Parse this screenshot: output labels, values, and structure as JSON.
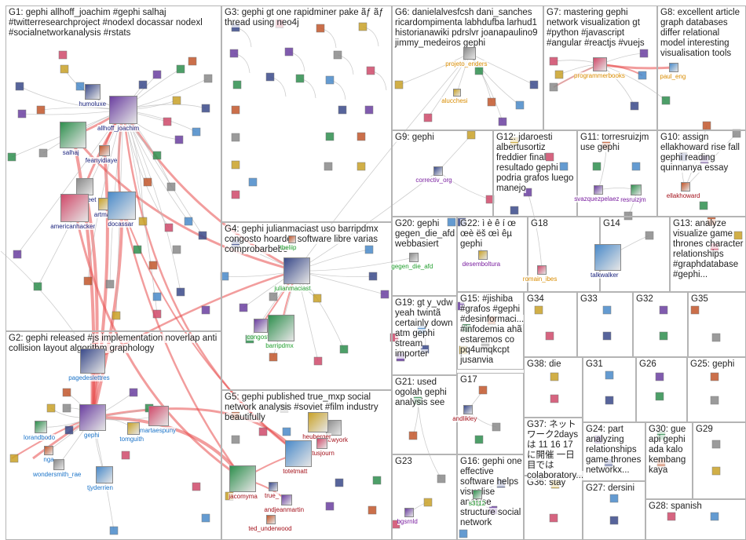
{
  "colors": {
    "edge_heavy": "#e84d4d",
    "edge_light": "#b8b8b8",
    "label_blue": "#1a73c8",
    "label_green": "#1f9e2c",
    "label_orange": "#d98c00",
    "label_red": "#a3101a",
    "label_purple": "#7a1fa0",
    "label_navy": "#1a237e",
    "border": "#b4b4b4"
  },
  "groups": [
    {
      "id": "G1",
      "label": "G1: gephi allhoff_joachim #gephi salhaj #twitterresearchproject #nodexl docassar nodexl #socialnetworkanalysis #rstats"
    },
    {
      "id": "G2",
      "label": "G2: gephi released #js implementation noverlap anti collision layout algorithm graphology"
    },
    {
      "id": "G3",
      "label": "G3: gephi gt one rapidminer pake ãƒ ãƒ thread using neo4j"
    },
    {
      "id": "G4",
      "label": "G4: gephi julianmaciast uso barripdmx congosto hoarder software libre varias comprobarbebe"
    },
    {
      "id": "G5",
      "label": "G5: gephi published true_mxp social network analysis #soviet #film industry beautifully"
    },
    {
      "id": "G6",
      "label": "G6: danielalvesfcsh dani_sanches ricardompimenta labhdufba larhud1 historianawiki pdrslvr joanapaulino9 jimmy_medeiros gephi"
    },
    {
      "id": "G7",
      "label": "G7: mastering gephi network visualization gt #python #javascript #angular #reactjs #vuejs"
    },
    {
      "id": "G8",
      "label": "G8: excellent article graph databases differ relational model interesting visualisation tools"
    },
    {
      "id": "G9",
      "label": "G9: gephi"
    },
    {
      "id": "G10",
      "label": "G10: assign ellakhoward rise fall gephi reading quinnanya essay"
    },
    {
      "id": "G11",
      "label": "G11: torresruizjm use gephi"
    },
    {
      "id": "G12",
      "label": "G12: jdaroesti albertusortiz freddier final resultado gephi podria grafos luego manejo"
    },
    {
      "id": "G13",
      "label": "G13: analyze visualize game thrones character relationships #graphdatabase #gephi..."
    },
    {
      "id": "G14",
      "label": "G14"
    },
    {
      "id": "G15",
      "label": "G15: #jishiba #grafos #gephi #desinformaci... #infodemia ahã estaremos co pq4umqkcpt jusanvia"
    },
    {
      "id": "G16",
      "label": "G16: gephi one effective software helps visualise analyse structure social network"
    },
    {
      "id": "G17",
      "label": "G17"
    },
    {
      "id": "G18",
      "label": "G18"
    },
    {
      "id": "G19",
      "label": "G19: gt y_vdw yeah twintã certainly down atm gephi stream importer"
    },
    {
      "id": "G20",
      "label": "G20: gephi gegen_die_afd webbasiert"
    },
    {
      "id": "G21",
      "label": "G21: used ogolah gephi analysis see"
    },
    {
      "id": "G22",
      "label": "G22: ì è ê í œ œè ëš œì êµ gephi"
    },
    {
      "id": "G23",
      "label": "G23"
    },
    {
      "id": "G24",
      "label": "G24: part analyzing relationships game thrones networkx..."
    },
    {
      "id": "G26",
      "label": "G26"
    },
    {
      "id": "G27",
      "label": "G27: dersini"
    },
    {
      "id": "G28",
      "label": "G28: spanish"
    },
    {
      "id": "G29",
      "label": "G29"
    },
    {
      "id": "G30",
      "label": "G30: gue api gephi ada kalo kembang kaya"
    },
    {
      "id": "G31",
      "label": "G31"
    },
    {
      "id": "G32",
      "label": "G32"
    },
    {
      "id": "G33",
      "label": "G33"
    },
    {
      "id": "G34",
      "label": "G34"
    },
    {
      "id": "G35",
      "label": "G35"
    },
    {
      "id": "G36",
      "label": "G36: stay"
    },
    {
      "id": "G37",
      "label": "G37: ネットワーク2daysは 11 16 17に開催 一日目では colaboratory..."
    },
    {
      "id": "G38",
      "label": "G38: die"
    },
    {
      "id": "G25",
      "label": "G25: gephi"
    }
  ],
  "node_labels": [
    {
      "id": "humoluxe",
      "text": "humoluxe",
      "color": "navy"
    },
    {
      "id": "allhoff_joachim",
      "text": "allhoff_joachim",
      "color": "navy"
    },
    {
      "id": "salhaj",
      "text": "salhaj",
      "color": "navy"
    },
    {
      "id": "feanyidiaye",
      "text": "feanyidiaye",
      "color": "navy"
    },
    {
      "id": "rstatstweet",
      "text": "rstatstweet",
      "color": "navy"
    },
    {
      "id": "artman",
      "text": "artman",
      "color": "navy"
    },
    {
      "id": "americanhacker",
      "text": "americanhacker",
      "color": "navy"
    },
    {
      "id": "docassar",
      "text": "docassar",
      "color": "navy"
    },
    {
      "id": "pagedeslettres",
      "text": "pagedeslettres",
      "color": "blue"
    },
    {
      "id": "gephi",
      "text": "gephi",
      "color": "blue"
    },
    {
      "id": "lorandbodo",
      "text": "lorandbodo",
      "color": "blue"
    },
    {
      "id": "nga",
      "text": "nga",
      "color": "blue"
    },
    {
      "id": "wondersmith_rae",
      "text": "wondersmith_rae",
      "color": "blue"
    },
    {
      "id": "tomguith",
      "text": "tomguith",
      "color": "blue"
    },
    {
      "id": "martaespuny",
      "text": "martaespuny",
      "color": "blue"
    },
    {
      "id": "tjyderrien",
      "text": "tjyderrien",
      "color": "blue"
    },
    {
      "id": "julianmaciast",
      "text": "julianmaciast",
      "color": "green"
    },
    {
      "id": "congosto",
      "text": "congosto",
      "color": "green"
    },
    {
      "id": "barripdmx",
      "text": "barripdmx",
      "color": "green"
    },
    {
      "id": "tbeliip",
      "text": "tbeliip",
      "color": "green"
    },
    {
      "id": "cynewyork",
      "text": "cynewyork",
      "color": "red"
    },
    {
      "id": "heuberger",
      "text": "heuberger",
      "color": "red"
    },
    {
      "id": "aratusjourn",
      "text": "aratusjourn",
      "color": "red"
    },
    {
      "id": "totetmatt",
      "text": "totetmatt",
      "color": "red"
    },
    {
      "id": "true_",
      "text": "true_",
      "color": "red"
    },
    {
      "id": "andjeanmartin",
      "text": "andjeanmartin",
      "color": "red"
    },
    {
      "id": "jacomyma",
      "text": "jacomyma",
      "color": "red"
    },
    {
      "id": "ted_underwood",
      "text": "ted_underwood",
      "color": "red"
    },
    {
      "id": "projeto_enders",
      "text": "projeto_enders",
      "color": "orange"
    },
    {
      "id": "alucchesi",
      "text": "alucchesi",
      "color": "orange"
    },
    {
      "id": "programmerbooks",
      "text": "programmerbooks",
      "color": "orange"
    },
    {
      "id": "paul_eng",
      "text": "paul_eng",
      "color": "orange"
    },
    {
      "id": "correctiv_org",
      "text": "correctiv_org",
      "color": "purple"
    },
    {
      "id": "svazquezpelaez",
      "text": "svazquezpelaez",
      "color": "purple"
    },
    {
      "id": "resruizjm",
      "text": "resruizjm",
      "color": "purple"
    },
    {
      "id": "ellakhoward",
      "text": "ellakhoward",
      "color": "red"
    },
    {
      "id": "gegen_die_afd",
      "text": "gegen_die_afd",
      "color": "green"
    },
    {
      "id": "desembolturа",
      "text": "desemboltura",
      "color": "purple"
    },
    {
      "id": "romain_ibes",
      "text": "romain_ibes",
      "color": "orange"
    },
    {
      "id": "talkwalker",
      "text": "talkwalker",
      "color": "navy"
    },
    {
      "id": "andlikley",
      "text": "andlikley",
      "color": "red"
    },
    {
      "id": "bgsrnld",
      "text": "bgsrnld",
      "color": "purple"
    },
    {
      "id": "s3112",
      "text": "s3112",
      "color": "green"
    }
  ]
}
